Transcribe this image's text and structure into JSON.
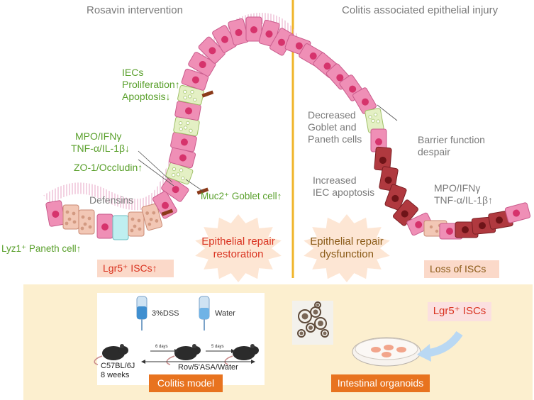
{
  "headers": {
    "left": "Rosavin intervention",
    "right": "Colitis associated epithelial injury"
  },
  "left_labels": {
    "iecs": "IECs",
    "proliferation": "Proliferation↑",
    "apoptosis": "Apoptosis↓",
    "mpo_ifn": "MPO/IFNγ",
    "tnf_il": "TNF-α/IL-1β↓",
    "zo1": "ZO-1/Occludin↑",
    "defensins": "Defensins",
    "muc2": "Muc2⁺ Goblet cell↑",
    "lyz1": "Lyz1⁺ Paneth cell↑",
    "lgr5_up": "Lgr5⁺ ISCs↑",
    "repair_restoration": [
      "Epithelial repair",
      "restoration"
    ]
  },
  "right_labels": {
    "decreased": [
      "Decreased",
      "Goblet and",
      "Paneth cells"
    ],
    "barrier": [
      "Barrier function",
      "despair"
    ],
    "increased": [
      "Increased",
      "IEC apoptosis"
    ],
    "mpo_ifn": "MPO/IFNγ",
    "tnf_il": "TNF-α/IL-1β↑",
    "repair_dysfunction": [
      "Epithelial repair",
      "dysfunction"
    ],
    "loss": "Loss of ISCs"
  },
  "bottom": {
    "dss": "3%DSS",
    "water": "Water",
    "days1": "6 days",
    "days2": "5 days",
    "mouse_strain": "C57BL/6J",
    "mouse_age": "8 weeks",
    "treatment": "Rov/5'ASA/Water",
    "colitis_model": "Colitis model",
    "lgr5": "Lgr5⁺ ISCs",
    "organoids": "Intestinal organoids"
  },
  "colors": {
    "green_text": "#5aa02c",
    "gray_text": "#7a7a7a",
    "divider": "#f0b429",
    "bottom_panel": "#fcefcf",
    "orange_button": "#e8731f",
    "red_text": "#d9321f",
    "brown_text": "#8a5a16",
    "cell_pink": "#ef8fb6",
    "cell_dark": "#b0393f"
  }
}
